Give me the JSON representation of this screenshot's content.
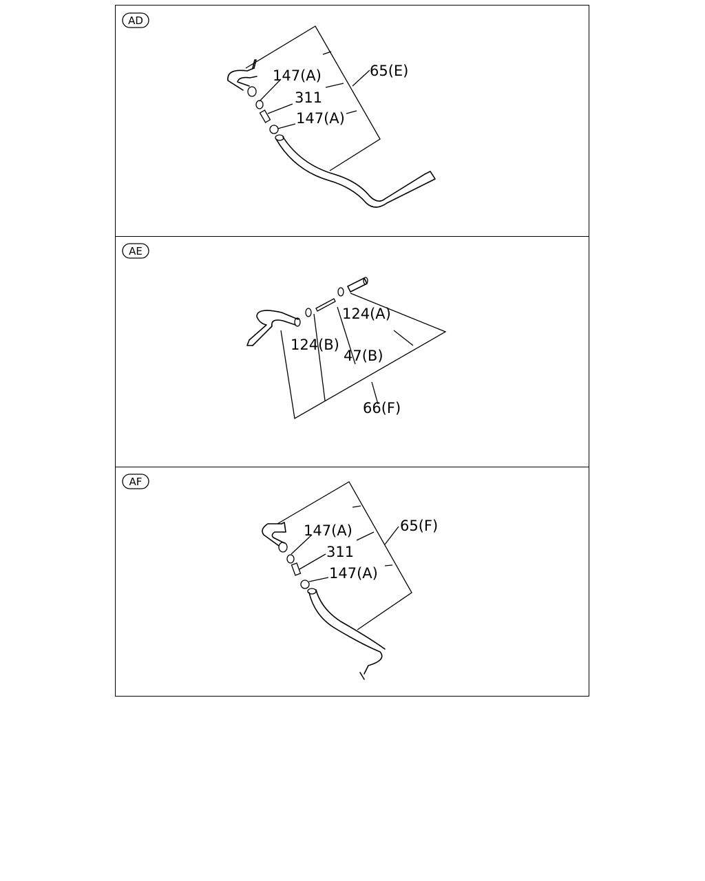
{
  "panels": [
    {
      "badge": "AD",
      "labels": {
        "clamp_top": "147(A)",
        "connector": "311",
        "clamp_bottom": "147(A)",
        "assembly": "65(E)"
      }
    },
    {
      "badge": "AE",
      "labels": {
        "clamp_right": "124(A)",
        "clamp_left": "124(B)",
        "pipe": "47(B)",
        "assembly": "66(F)"
      }
    },
    {
      "badge": "AF",
      "labels": {
        "clamp_top": "147(A)",
        "connector": "311",
        "clamp_bottom": "147(A)",
        "assembly": "65(F)"
      }
    }
  ]
}
